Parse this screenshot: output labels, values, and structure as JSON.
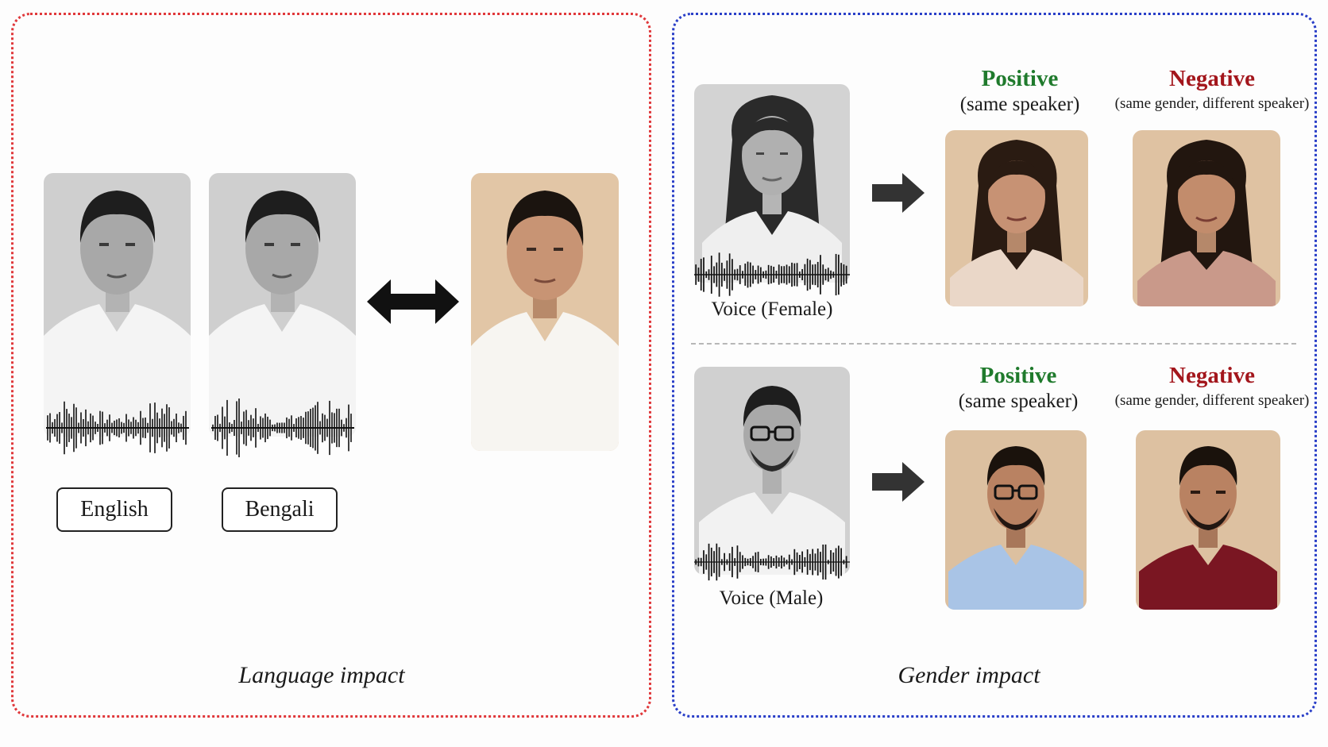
{
  "panels": {
    "language": {
      "caption": "Language impact",
      "languages": [
        "English",
        "Bengali"
      ],
      "border_color": "#e0383b"
    },
    "gender": {
      "caption": "Gender impact",
      "border_color": "#2a3fc8",
      "rows": [
        {
          "voice_label": "Voice (Female)",
          "positive_title": "Positive",
          "positive_sub": "(same speaker)",
          "negative_title": "Negative",
          "negative_sub": "(same gender, different speaker)"
        },
        {
          "voice_label": "Voice (Male)",
          "positive_title": "Positive",
          "positive_sub": "(same speaker)",
          "negative_title": "Negative",
          "negative_sub": "(same gender, different speaker)"
        }
      ]
    }
  },
  "colors": {
    "positive": "#1f7a2c",
    "negative": "#a3161c",
    "photo_background_warm": "#e4c8a8",
    "photo_background_gray": "#c9c9c9"
  },
  "icons": [
    "double-arrow-icon",
    "right-arrow-icon",
    "audio-waveform-icon"
  ]
}
